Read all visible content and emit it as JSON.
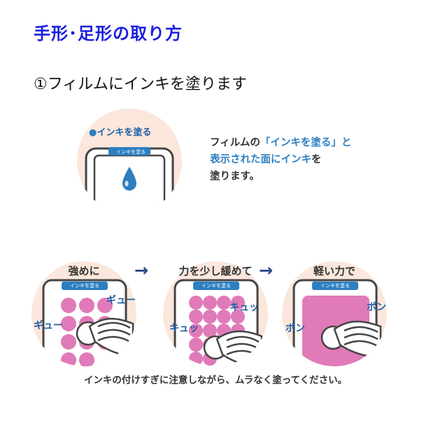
{
  "title": "手形･足形の取り方",
  "step": "①フィルムにインキを塗ります",
  "hero": {
    "badge": "インキを塗る",
    "tab": "インキを塗る"
  },
  "description": {
    "line1_prefix": "フィルムの",
    "line1_highlight": "「インキを塗る」",
    "line1_suffix": "と",
    "line2_highlight": "表示された面にインキ",
    "line2_suffix": "を",
    "line3": "塗ります。"
  },
  "panels": [
    {
      "label": "強めに",
      "tab": "インキを塗る",
      "sfx_left": "ギュー",
      "sfx_right": "ギュー"
    },
    {
      "label": "力を少し緩めて",
      "tab": "インキを塗る",
      "sfx_left": "キュッ",
      "sfx_right": "キュッ"
    },
    {
      "label": "軽い力で",
      "tab": "インキを塗る",
      "sfx_left": "ポン",
      "sfx_right": "ポン"
    }
  ],
  "arrows": [
    "→",
    "→"
  ],
  "caution": "インキの付けすぎに注意しながら、ムラなく塗ってください。",
  "colors": {
    "title": "#1a1fe0",
    "highlight": "#2d7fc1",
    "ink": "#e07ab8",
    "peach": "#fbe7dc",
    "arrow": "#2b4a86"
  }
}
